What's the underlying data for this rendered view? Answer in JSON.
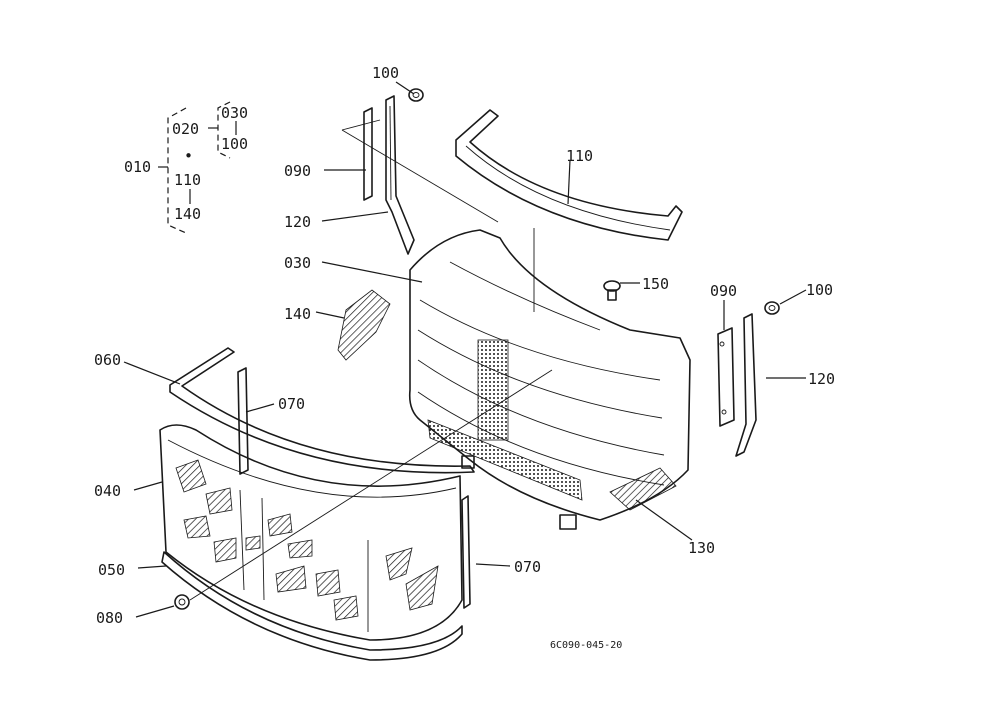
{
  "drawing_code": "6C090-045-20",
  "tree": {
    "root": "010",
    "group_a": "020",
    "group_a_children": [
      "030",
      "100"
    ],
    "bullet": "•",
    "group_b": [
      "110",
      "140"
    ]
  },
  "callouts": {
    "p100_top": "100",
    "p090_left": "090",
    "p120_left": "120",
    "p110": "110",
    "p030": "030",
    "p150": "150",
    "p090_right": "090",
    "p100_right": "100",
    "p120_right": "120",
    "p140": "140",
    "p060": "060",
    "p070_top": "070",
    "p040": "040",
    "p050": "050",
    "p070_bottom": "070",
    "p080": "080",
    "p130": "130"
  }
}
